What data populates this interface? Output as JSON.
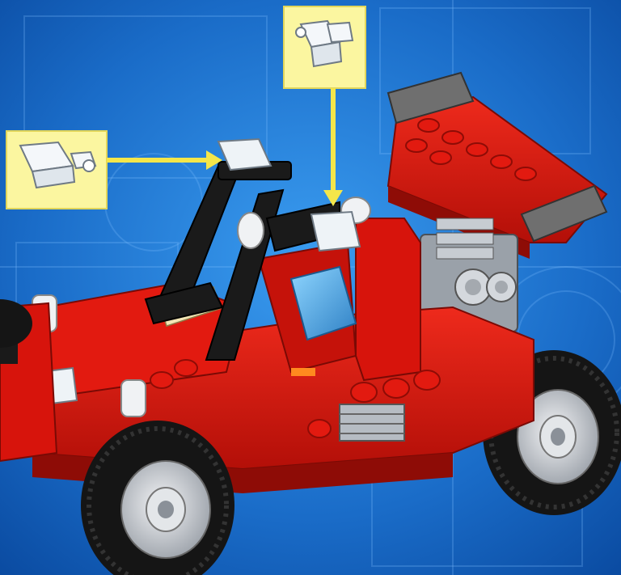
{
  "colors": {
    "background_center": "#2f8fe0",
    "background_edge": "#0a4fa8",
    "callout_fill": "#fbf6a0",
    "callout_arrow": "#f4e64a",
    "brick_red": "#d7140c",
    "brick_red_dark": "#8e0c06",
    "brick_black": "#1a1a1a",
    "tire": "#151515",
    "hub": "#c9ccd1",
    "engine_gray": "#aeb4bb",
    "part_clear": "#eef3f7",
    "glass_blue": "#5fb8f0"
  },
  "scene": {
    "subject": "red-lego-buggy",
    "callouts": [
      {
        "part": "clip-plate-transparent",
        "icon": "clear-clip-brick-icon",
        "arrow_direction": "right"
      },
      {
        "part": "clip-plate-transparent",
        "icon": "clear-clip-brick-icon",
        "arrow_direction": "down"
      }
    ]
  }
}
